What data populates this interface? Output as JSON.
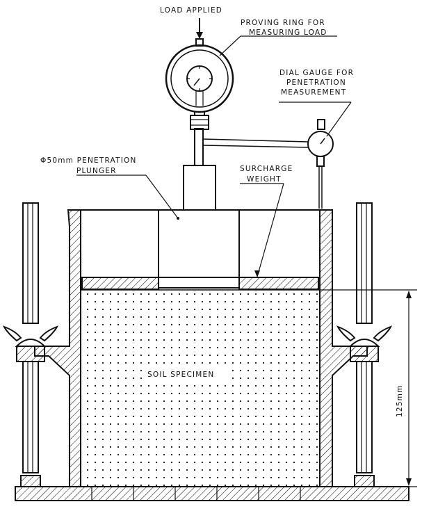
{
  "labels": {
    "load_applied": "LOAD APPLIED",
    "proving_ring_l1": "PROVING RING FOR",
    "proving_ring_l2": "MEASURING LOAD",
    "dial_gauge_l1": "DIAL GAUGE FOR",
    "dial_gauge_l2": "PENETRATION",
    "dial_gauge_l3": "MEASUREMENT",
    "plunger_l1": "Φ50mm PENETRATION",
    "plunger_l2": "PLUNGER",
    "surcharge_l1": "SURCHARGE",
    "surcharge_l2": "WEIGHT",
    "soil_specimen": "SOIL SPECIMEN",
    "dimension": "125mm"
  },
  "colors": {
    "line": "#111111",
    "background": "#ffffff"
  }
}
